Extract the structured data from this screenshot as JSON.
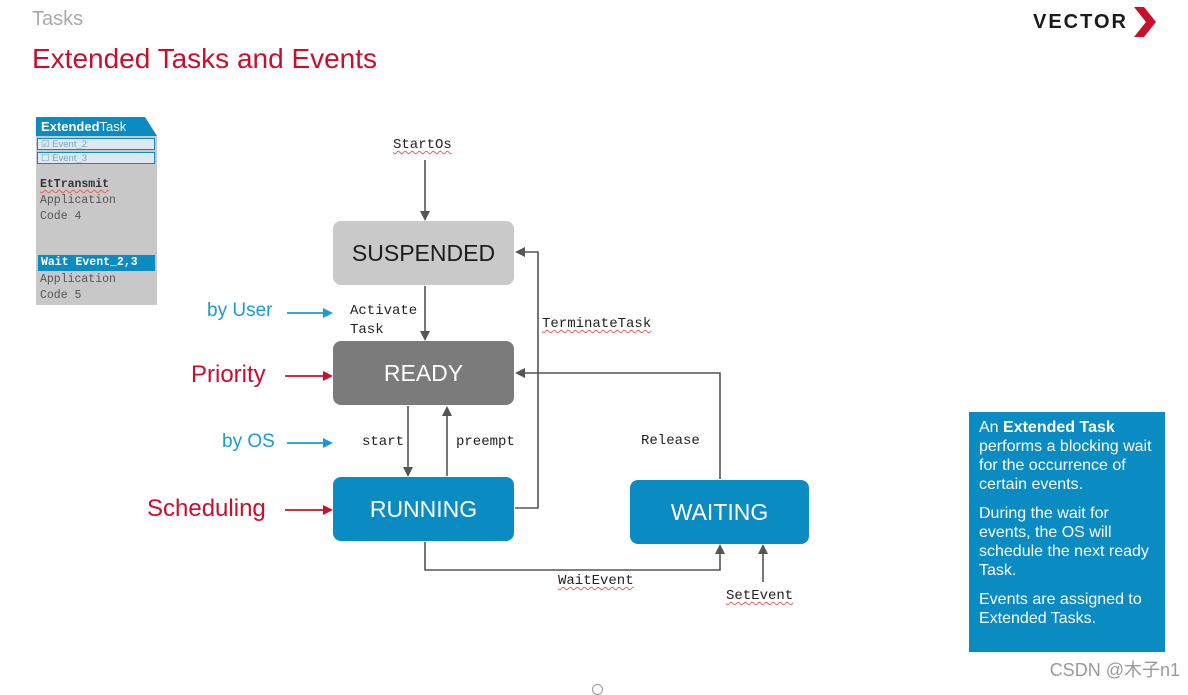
{
  "header": {
    "section": "Tasks",
    "title": "Extended Tasks and Events",
    "logo_text": "VECTOR",
    "logo_color": "#c8102e"
  },
  "code_block": {
    "title_bold": "Extended",
    "title_rest": "Task",
    "events": [
      {
        "mark": "☑",
        "label": "Event_2"
      },
      {
        "mark": "☐",
        "label": "Event_3"
      }
    ],
    "line1": "EtTransmit",
    "line2": "Application",
    "line3": "Code 4",
    "wait_line": "Wait Event_2,3",
    "line5": "Application",
    "line6": "Code 5"
  },
  "states": {
    "suspended": "SUSPENDED",
    "ready": "READY",
    "running": "RUNNING",
    "waiting": "WAITING"
  },
  "transitions": {
    "start_os": "StartOs",
    "activate1": "Activate",
    "activate2": "Task",
    "terminate": "TerminateTask",
    "start": "start",
    "preempt": "preempt",
    "release": "Release",
    "wait_event": "WaitEvent",
    "set_event": "SetEvent"
  },
  "side_labels": {
    "by_user": "by User",
    "priority": "Priority",
    "by_os": "by OS",
    "scheduling": "Scheduling"
  },
  "info": {
    "p1_pre": "An ",
    "p1_bold": "Extended Task",
    "p1_post": " performs a blocking wait for the occurrence of certain events.",
    "p2": "During the wait for events, the OS will schedule the next ready Task.",
    "p3": "Events are assigned to Extended Tasks."
  },
  "watermark": "CSDN @木子n1",
  "colors": {
    "accent_red": "#c8102e",
    "accent_blue": "#0a8bc2",
    "label_blue": "#1a9ad6"
  }
}
